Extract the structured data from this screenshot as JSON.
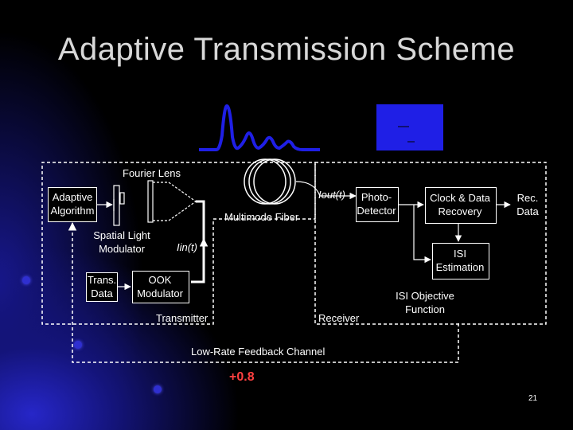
{
  "slide": {
    "title": "Adaptive Transmission Scheme",
    "page_number": "21"
  },
  "labels": {
    "fourier_lens": "Fourier Lens",
    "adaptive_algorithm": "Adaptive\nAlgorithm",
    "spatial_light_modulator": "Spatial Light\nModulator",
    "trans_data": "Trans.\nData",
    "ook_modulator": "OOK\nModulator",
    "transmitter": "Transmitter",
    "multimode_fiber": "Multimode Fiber",
    "iout": "Iout(t)",
    "iin": "Iin(t)",
    "photodetector": "Photo-\nDetector",
    "clock_data_recovery": "Clock & Data\nRecovery",
    "rec_data": "Rec.\nData",
    "isi_estimation": "ISI\nEstimation",
    "isi_objective": "ISI Objective\nFunction",
    "receiver": "Receiver",
    "feedback_channel": "Low-Rate Feedback Channel",
    "objective_value": "+0.8"
  },
  "colors": {
    "accent": "#1f1fe6",
    "value": "#ff4040",
    "background": "#000000"
  }
}
